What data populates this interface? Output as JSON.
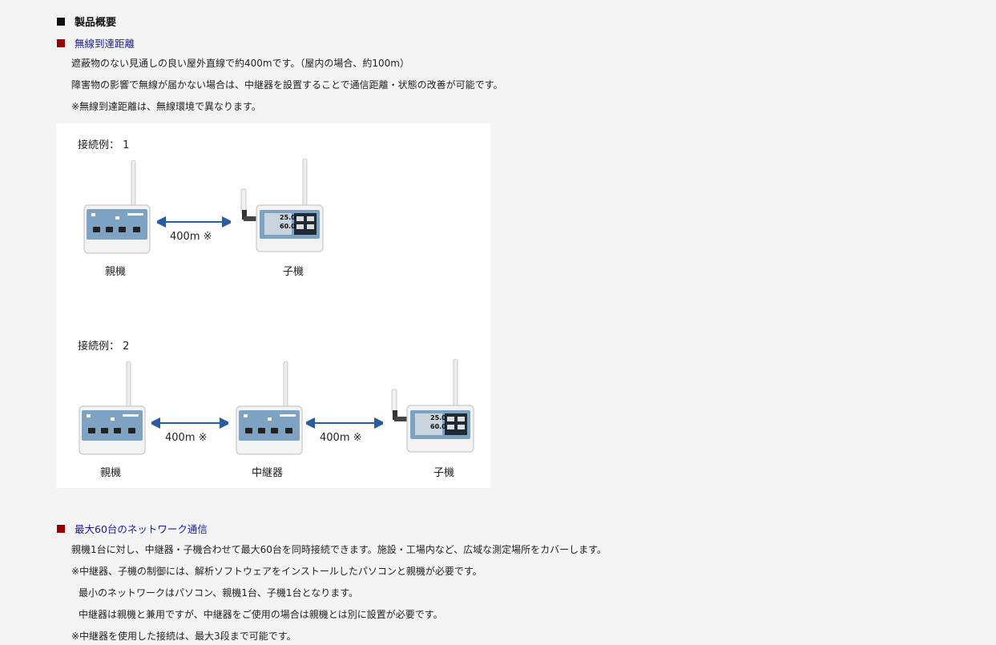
{
  "section": {
    "title": "製品概要"
  },
  "wireless": {
    "title": "無線到達距離",
    "lines": [
      "遮蔽物のない見通しの良い屋外直線で約400mです。（屋内の場合、約100m）",
      "障害物の影響で無線が届かない場合は、中継器を設置することで通信距離・状態の改善が可能です。",
      "※無線到達距離は、無線環境で異なります。"
    ]
  },
  "diagram": {
    "example1": {
      "title": "接続例： 1",
      "parent_label": "親機",
      "child_label": "子機",
      "distance": "400m ※"
    },
    "example2": {
      "title": "接続例： 2",
      "parent_label": "親機",
      "relay_label": "中継器",
      "child_label": "子機",
      "distance1": "400m ※",
      "distance2": "400m ※"
    },
    "arrow_color": "#2a5d9f",
    "display": {
      "temp": "25.0",
      "humidity": "60.0"
    }
  },
  "network": {
    "title": "最大60台のネットワーク通信",
    "lines": [
      "親機1台に対し、中継器・子機合わせて最大60台を同時接続できます。施設・工場内など、広域な測定場所をカバーします。",
      "※中継器、子機の制御には、解析ソフトウェアをインストールしたパソコンと親機が必要です。",
      "最小のネットワークはパソコン、親機1台、子機1台となります。",
      "中継器は親機と兼用ですが、中継器をご使用の場合は親機とは別に設置が必要です。",
      "※中継器を使用した接続は、最大3段まで可能です。"
    ]
  }
}
